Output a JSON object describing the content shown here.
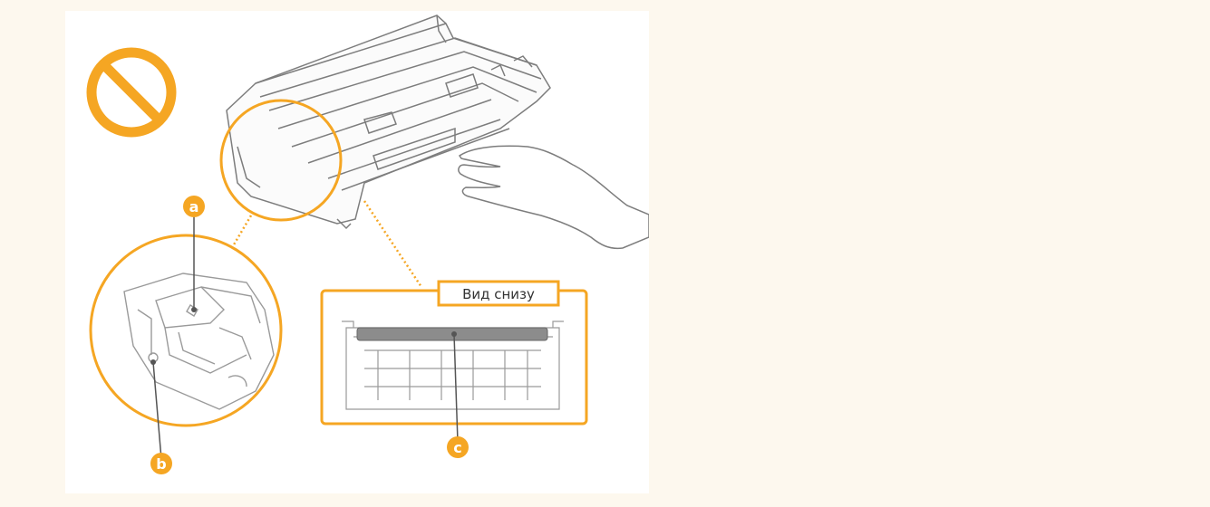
{
  "figure": {
    "bottom_view_label": "Вид снизу",
    "callouts": [
      {
        "letter": "a"
      },
      {
        "letter": "b"
      },
      {
        "letter": "c"
      }
    ]
  },
  "colors": {
    "background": "#fdf8ee",
    "panel": "#ffffff",
    "accent_orange": "#f5a623",
    "outline_gray": "#9a9a9a",
    "line_dark": "#555555"
  },
  "icons": [
    "prohibited-icon",
    "toner-cartridge",
    "hand"
  ]
}
